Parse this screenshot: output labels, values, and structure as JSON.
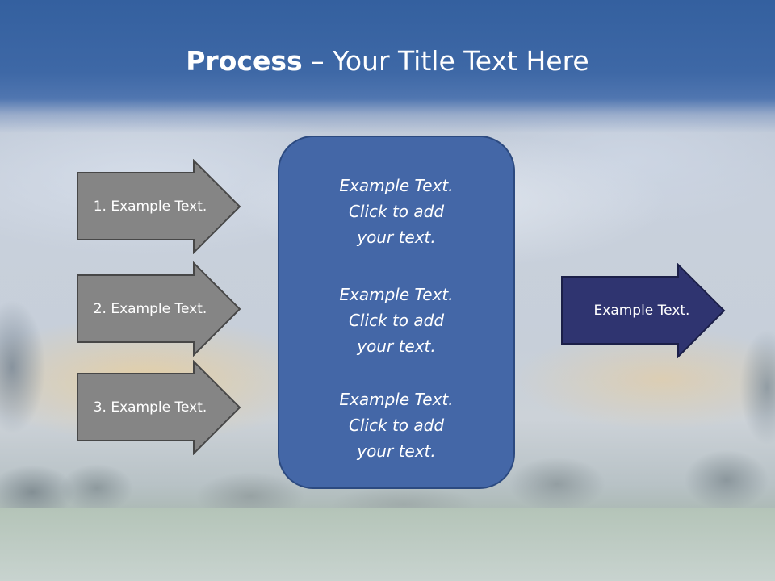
{
  "slide": {
    "title_bold": "Process",
    "title_rest": " – Your Title Text Here"
  },
  "steps": [
    {
      "label": "1. Example Text."
    },
    {
      "label": "2. Example Text."
    },
    {
      "label": "3. Example Text."
    }
  ],
  "center_panel": {
    "blocks": [
      {
        "line1": "Example Text.",
        "line2": "Click  to add",
        "line3": "your text."
      },
      {
        "line1": "Example Text.",
        "line2": "Click  to add",
        "line3": "your text."
      },
      {
        "line1": "Example Text.",
        "line2": "Click  to add",
        "line3": "your text."
      }
    ]
  },
  "result": {
    "label": "Example Text."
  },
  "colors": {
    "title_band": "#3e68a6",
    "step_arrow_fill": "#858585",
    "center_panel_fill": "#4467a7",
    "result_arrow_fill": "#2f3470"
  },
  "icons": {
    "step_shape": "right-arrow-shape",
    "result_shape": "right-arrow-shape"
  }
}
